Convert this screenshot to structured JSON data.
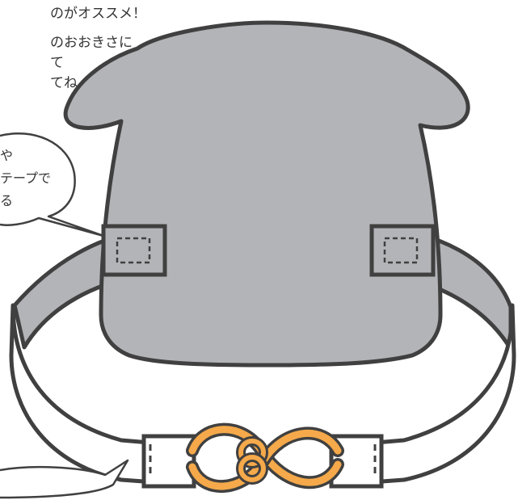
{
  "instructions": {
    "lines": [
      "のがオススメ！",
      "のおおきさに",
      "て",
      "てね。"
    ]
  },
  "callout_top": {
    "lines": [
      "や",
      "テープで",
      "る"
    ]
  },
  "colors": {
    "outline": "#404040",
    "body_fill": "#b3b4b8",
    "strap_fill": "#ffffff",
    "ring_fill": "#f5a94a",
    "text": "#333333"
  },
  "icons": {
    "hardware": "figure-eight-ring-icon",
    "stitch": "stitch-rectangle-icon"
  }
}
